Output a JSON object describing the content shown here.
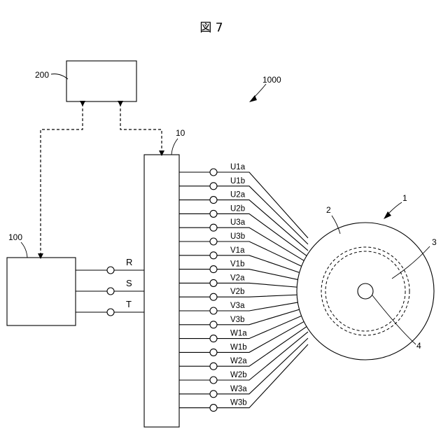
{
  "figure": {
    "title": "図 7"
  },
  "labels": {
    "system": "1000",
    "controller": "200",
    "power_converter": "100",
    "terminal_box": "10",
    "motor": "1",
    "stator": "2",
    "rotor": "3",
    "shaft": "4"
  },
  "input_terminals": [
    "R",
    "S",
    "T"
  ],
  "output_terminals": [
    "U1a",
    "U1b",
    "U2a",
    "U2b",
    "U3a",
    "U3b",
    "V1a",
    "V1b",
    "V2a",
    "V2b",
    "V3a",
    "V3b",
    "W1a",
    "W1b",
    "W2a",
    "W2b",
    "W3a",
    "W3b"
  ]
}
